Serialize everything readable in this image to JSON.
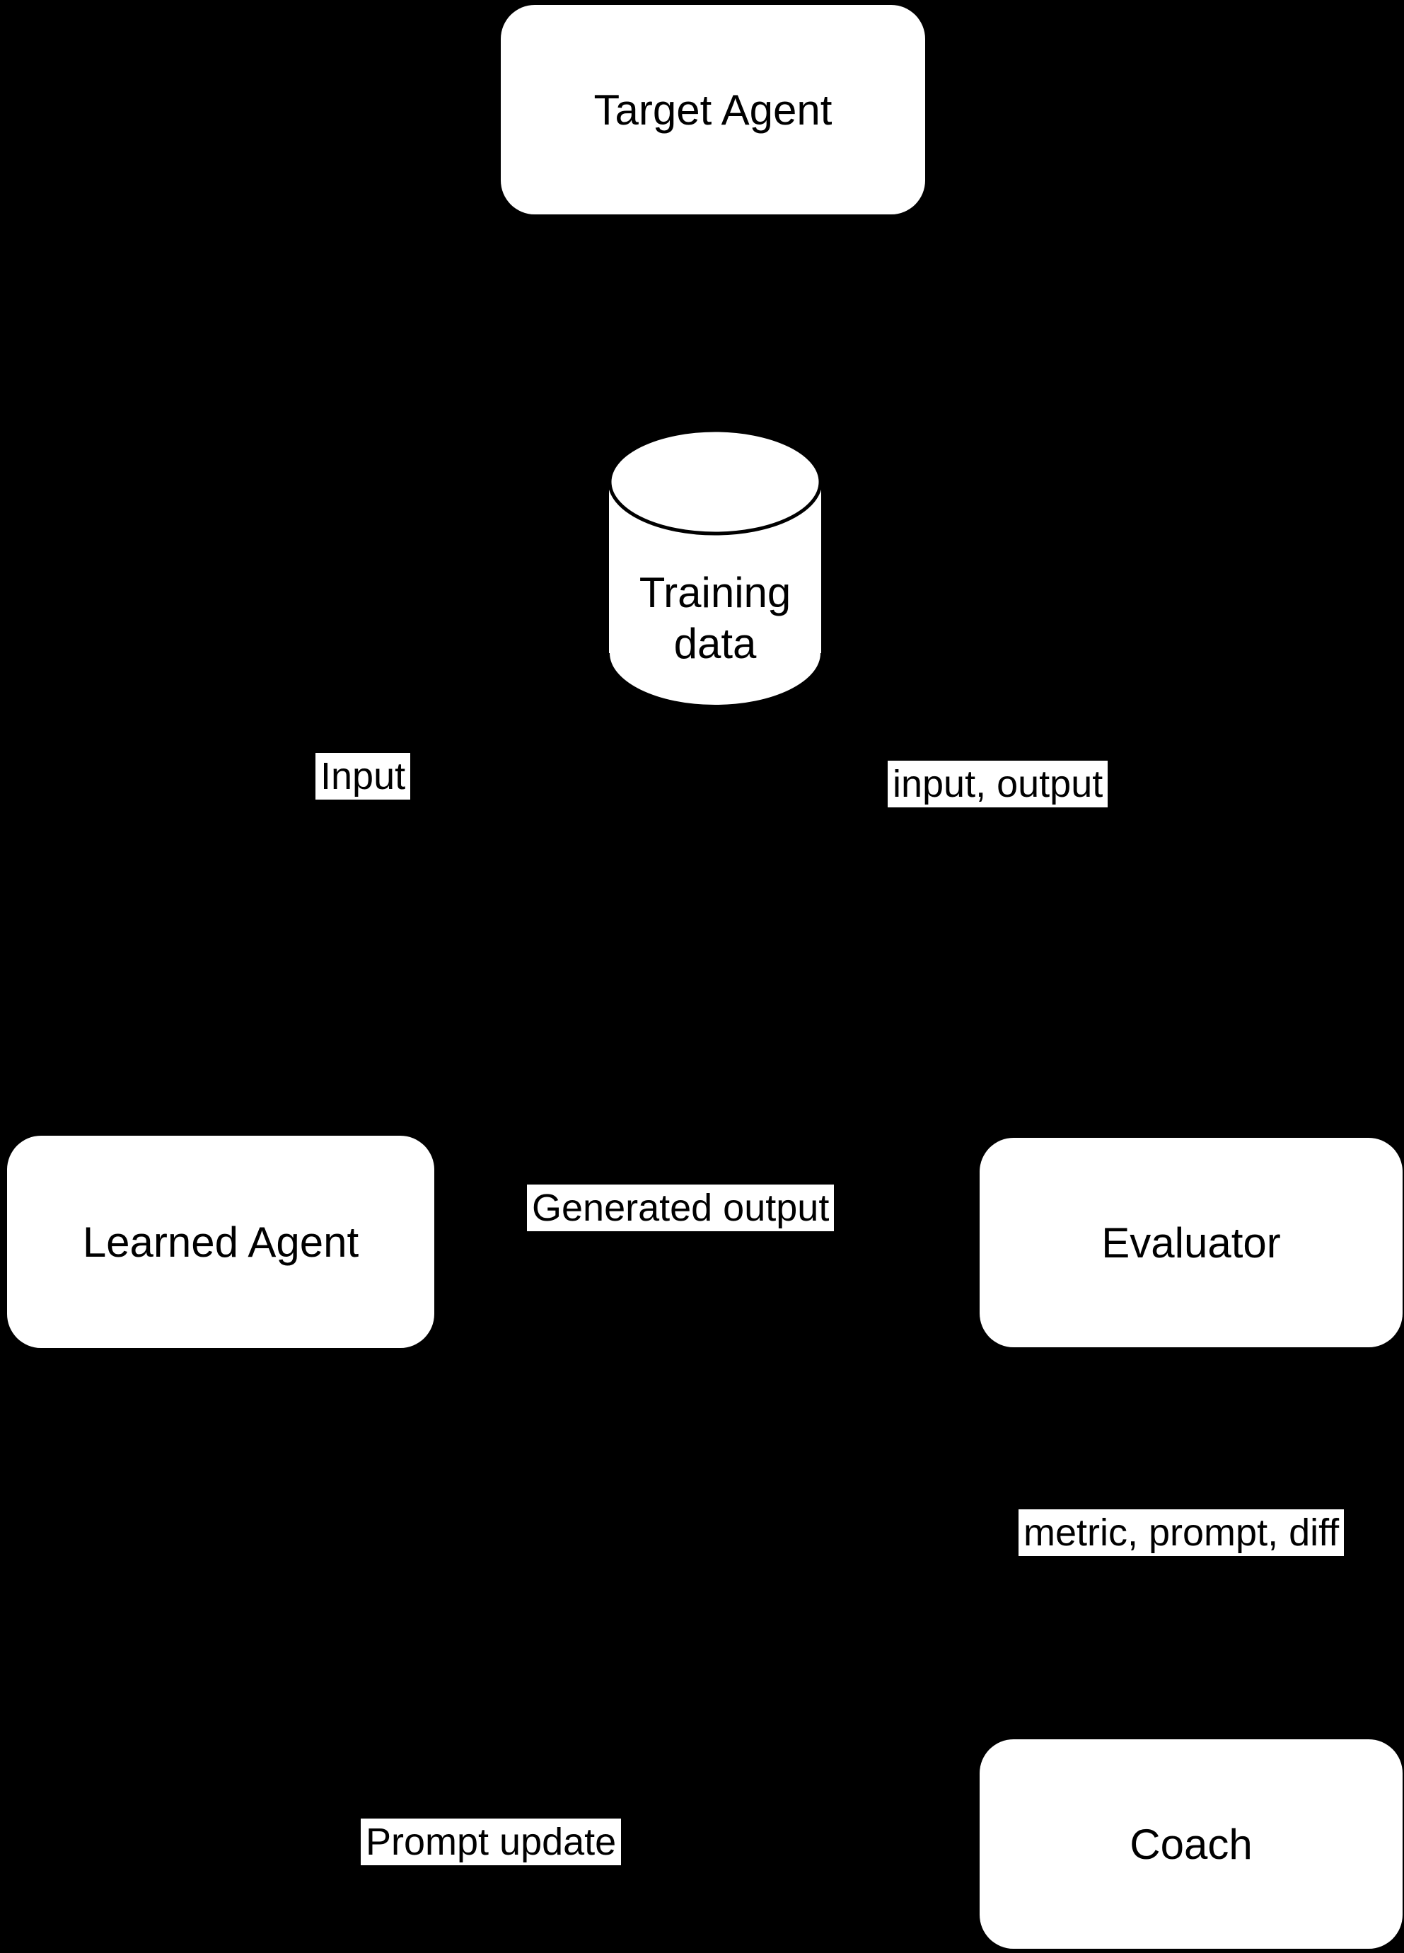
{
  "diagram": {
    "colors": {
      "background": "#000000",
      "node_fill": "#ffffff",
      "node_text": "#000000",
      "label_background": "#ffffff",
      "label_text": "#000000",
      "cylinder_stroke": "#000000"
    },
    "nodes": {
      "target_agent": {
        "label": "Target Agent"
      },
      "training_data": {
        "label": "Training\ndata"
      },
      "learned_agent": {
        "label": "Learned Agent"
      },
      "evaluator": {
        "label": "Evaluator"
      },
      "coach": {
        "label": "Coach"
      }
    },
    "edge_labels": {
      "input": "Input",
      "input_output": "input, output",
      "generated_output": "Generated output",
      "metric_prompt_diff": "metric, prompt, diff",
      "prompt_update": "Prompt update"
    }
  }
}
